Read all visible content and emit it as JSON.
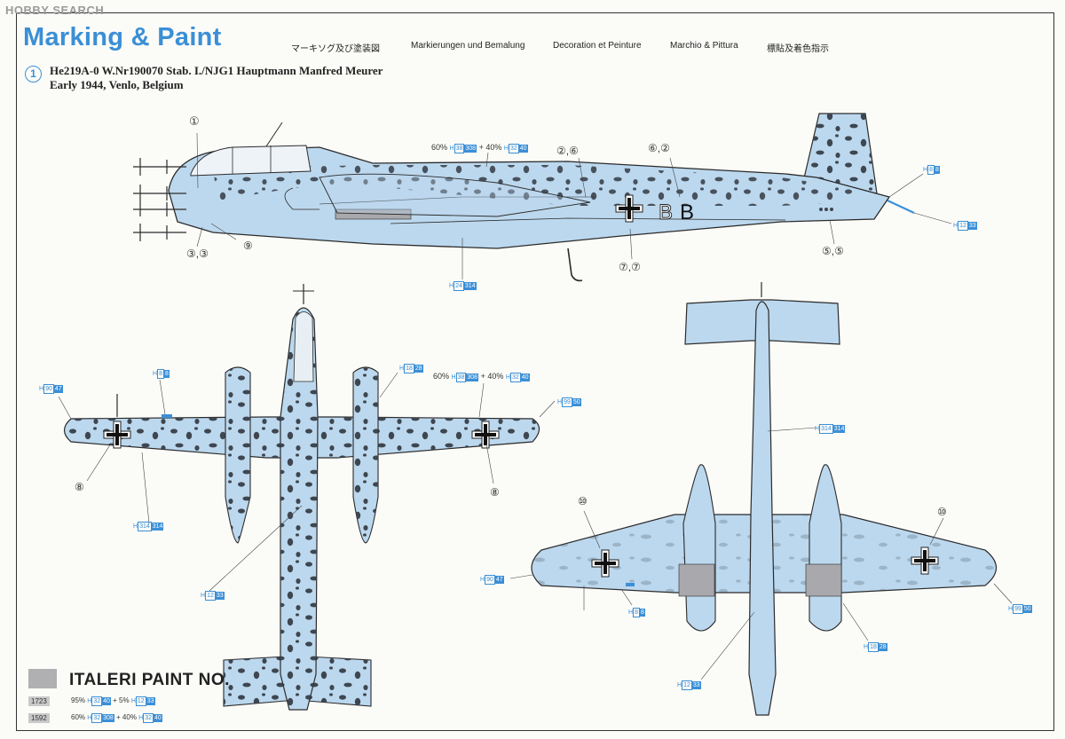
{
  "watermark": "HOBBY SEARCH",
  "header": {
    "title": "Marking & Paint",
    "languages": [
      "マーキソグ及び塗装図",
      "Markierungen und Bemalung",
      "Decoration et Peinture",
      "Marchio & Pittura",
      "標貼及着色指示"
    ]
  },
  "subject": {
    "number": "1",
    "line1": "He219A-0 W.Nr190070 Stab. I./NJG1 Hauptmann Manfred Meurer",
    "line2": "Early 1944, Venlo, Belgium"
  },
  "aircraft": {
    "codes": "BB",
    "colors": {
      "light_blue": "#bcd8ee",
      "mottle": "#3e4650",
      "panel_grey": "#a9a9ad",
      "outline": "#2b2b2b",
      "accent": "#3b8fd6"
    }
  },
  "callouts": {
    "side_mix": {
      "pre": "60%",
      "h1": "H",
      "n1": "38",
      "n2": "308",
      "mid": "+ 40%",
      "h2": "H",
      "n3": "32",
      "n4": "40"
    },
    "side_h8": {
      "h": "H",
      "a": "8",
      "b": "8"
    },
    "side_h12": {
      "h": "H",
      "a": "12",
      "b": "33"
    },
    "side_h24": {
      "h": "H",
      "a": "24",
      "b": "314"
    },
    "top_h90": {
      "h": "H",
      "a": "90",
      "b": "47"
    },
    "top_h8": {
      "h": "H",
      "a": "8",
      "b": "8"
    },
    "top_h18": {
      "h": "H",
      "a": "18",
      "b": "28"
    },
    "top_mix": {
      "pre": "60%",
      "h1": "H",
      "n1": "38",
      "n2": "308",
      "mid": "+ 40%",
      "h2": "H",
      "n3": "32",
      "n4": "40"
    },
    "top_h99": {
      "h": "H",
      "a": "99",
      "b": "50"
    },
    "top_h314": {
      "h": "H",
      "a": "314",
      "b": "314"
    },
    "top_h12": {
      "h": "H",
      "a": "12",
      "b": "33"
    },
    "bot_h314": {
      "h": "H",
      "a": "314",
      "b": "314"
    },
    "bot_h90": {
      "h": "H",
      "a": "90",
      "b": "47"
    },
    "bot_h8": {
      "h": "H",
      "a": "8",
      "b": "8"
    },
    "bot_h99": {
      "h": "H",
      "a": "99",
      "b": "50"
    },
    "bot_h18": {
      "h": "H",
      "a": "18",
      "b": "28"
    },
    "bot_h12": {
      "h": "H",
      "a": "12",
      "b": "33"
    }
  },
  "decal_markers": {
    "m1": "①",
    "m26": "②,⑥",
    "m62": "⑥,②",
    "m33": "③,③",
    "m9": "⑨",
    "m77": "⑦,⑦",
    "m55": "⑤,⑤",
    "m8a": "⑧",
    "m8b": "⑧",
    "m10a": "⑩",
    "m10b": "⑩"
  },
  "legend": {
    "title": "ITALERI PAINT NO.",
    "row1": {
      "code": "1723",
      "pre": "95%",
      "h1": "H",
      "n1": "32",
      "n2": "40",
      "mid": "+ 5%",
      "h2": "H",
      "n3": "12",
      "n4": "33"
    },
    "row2": {
      "code": "1592",
      "pre": "60%",
      "h1": "H",
      "n1": "32",
      "n2": "308",
      "mid": "+ 40%",
      "h2": "H",
      "n3": "32",
      "n4": "40"
    }
  }
}
